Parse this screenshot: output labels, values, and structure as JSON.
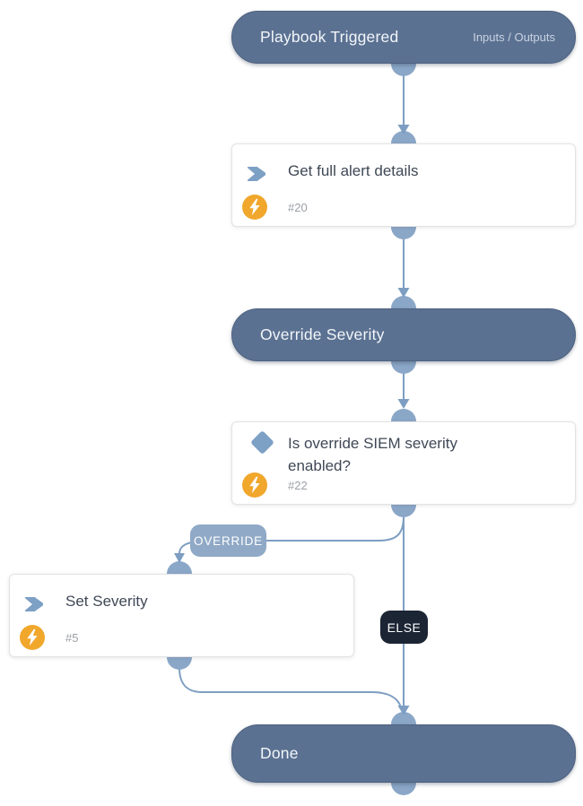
{
  "playbook": {
    "trigger": {
      "title": "Playbook Triggered",
      "link": "Inputs / Outputs"
    },
    "tasks": {
      "get_alert_details": {
        "title": "Get full alert details",
        "id": "#20"
      },
      "override_section": {
        "title": "Override Severity"
      },
      "condition": {
        "title": "Is override SIEM severity enabled?",
        "id": "#22"
      },
      "set_severity": {
        "title": "Set Severity",
        "id": "#5"
      },
      "done": {
        "title": "Done"
      }
    },
    "branches": {
      "override": "OVERRIDE",
      "else": "ELSE"
    }
  },
  "colors": {
    "section_fill": "#5b7192",
    "edge_line": "#7d9ec2",
    "connector_dot": "#8ba7c8",
    "bolt_badge": "#f0a72b",
    "icon_blue": "#7da0c5",
    "override_badge": "#8fa9c6",
    "else_badge": "#1c2534"
  }
}
